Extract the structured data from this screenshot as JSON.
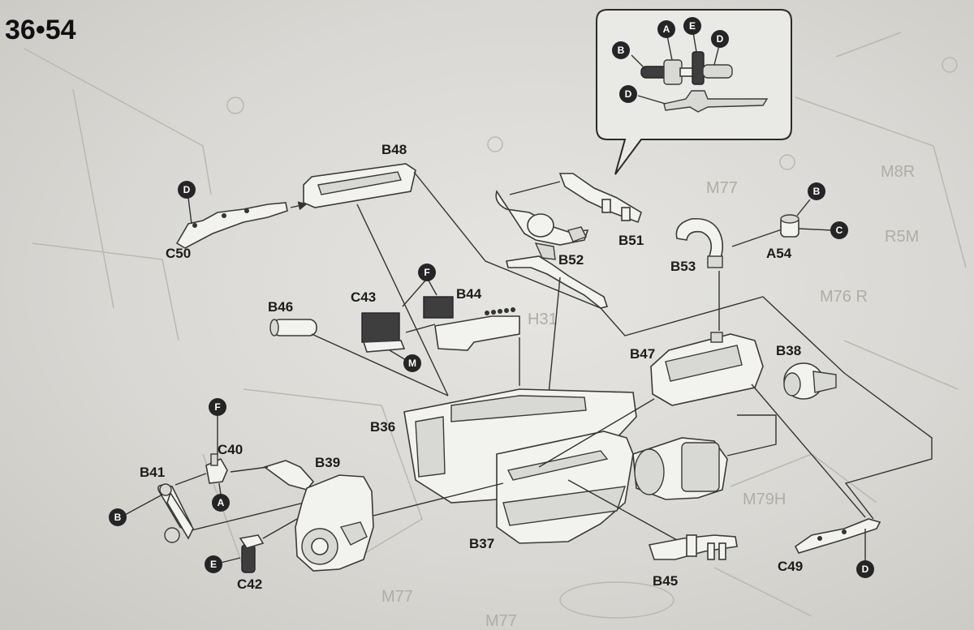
{
  "step_range": "36•54",
  "parts": {
    "b36": "B36",
    "b37": "B37",
    "b38": "B38",
    "b39": "B39",
    "c40": "C40",
    "b41": "B41",
    "c42": "C42",
    "c43": "C43",
    "b44": "B44",
    "b45": "B45",
    "b46": "B46",
    "b47": "B47",
    "b48": "B48",
    "c49": "C49",
    "c50": "C50",
    "b51": "B51",
    "b52": "B52",
    "b53": "B53",
    "a54": "A54"
  },
  "badges": {
    "d_c50": "D",
    "f_top": "F",
    "m": "M",
    "f_left": "F",
    "a_left": "A",
    "b_left": "B",
    "e_left": "E",
    "d_c49": "D",
    "b_a54": "B",
    "c_a54": "C",
    "callout_b": "B",
    "callout_a": "A",
    "callout_e": "E",
    "callout_d1": "D",
    "callout_d2": "D"
  },
  "background_text": {
    "m77_top": "M77",
    "m8r": "M8R",
    "r5m": "R5M",
    "m76r": "M76 R",
    "h31": "H31",
    "m79h": "M79H",
    "m77_bottom": "M77",
    "m77_bottom2": "M77"
  }
}
